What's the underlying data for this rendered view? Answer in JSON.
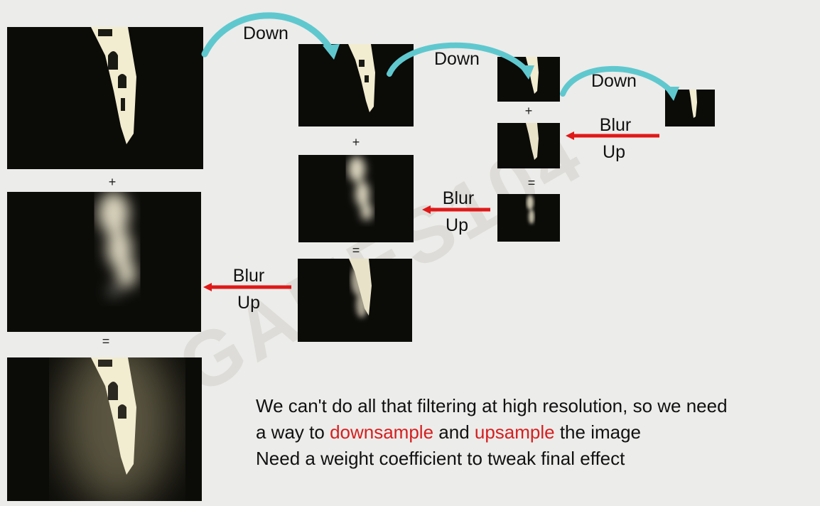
{
  "operators": {
    "plus": "+",
    "equals": "="
  },
  "labels": {
    "down": "Down",
    "blur": "Blur",
    "up": "Up"
  },
  "caption": {
    "line1": "We can't do all that filtering at high resolution, so we need",
    "line2_prefix": "a way to ",
    "line2_word1": "downsample",
    "line2_mid": " and ",
    "line2_word2": "upsample",
    "line2_suffix": " the image",
    "line3": "Need a weight coefficient to tweak final effect"
  },
  "watermark": {
    "text": "GAMES104"
  },
  "colors": {
    "panel_bg": "#0b0b08",
    "highlight": "#f2ecd0",
    "down_arrow": "#5fc8cf",
    "up_arrow": "#e01818",
    "caption_highlight": "#d42020"
  }
}
